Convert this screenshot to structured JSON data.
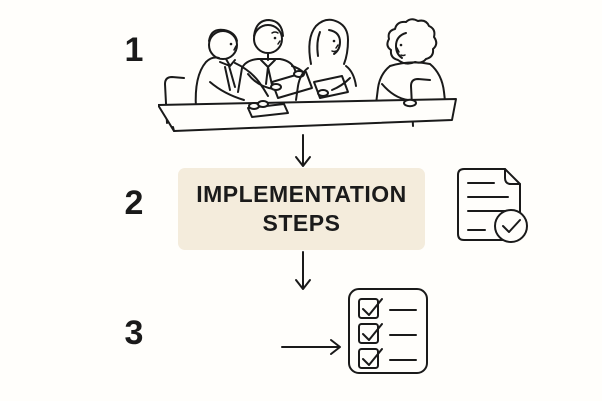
{
  "diagram": {
    "title": "implementation steps flow",
    "steps": [
      {
        "number": "1",
        "content": "meeting-people-illustration"
      },
      {
        "number": "2",
        "content": "implementation-steps-box"
      },
      {
        "number": "3",
        "content": "checklist-icon"
      }
    ],
    "box": {
      "label": "IMPLEMENTATION STEPS",
      "background": "#F4ECDC",
      "text_color": "#1B1B1B"
    },
    "icons": {
      "meeting": "four-people-meeting-at-table",
      "document": "document-with-checkmark",
      "checklist": "checklist-with-three-checked-items",
      "arrow_down_top": "arrow-down",
      "arrow_down_bottom": "arrow-down",
      "arrow_right": "arrow-right"
    },
    "colors": {
      "background": "#FFFEFB",
      "ink": "#1A1A1A",
      "box_background": "#F4ECDC"
    }
  }
}
